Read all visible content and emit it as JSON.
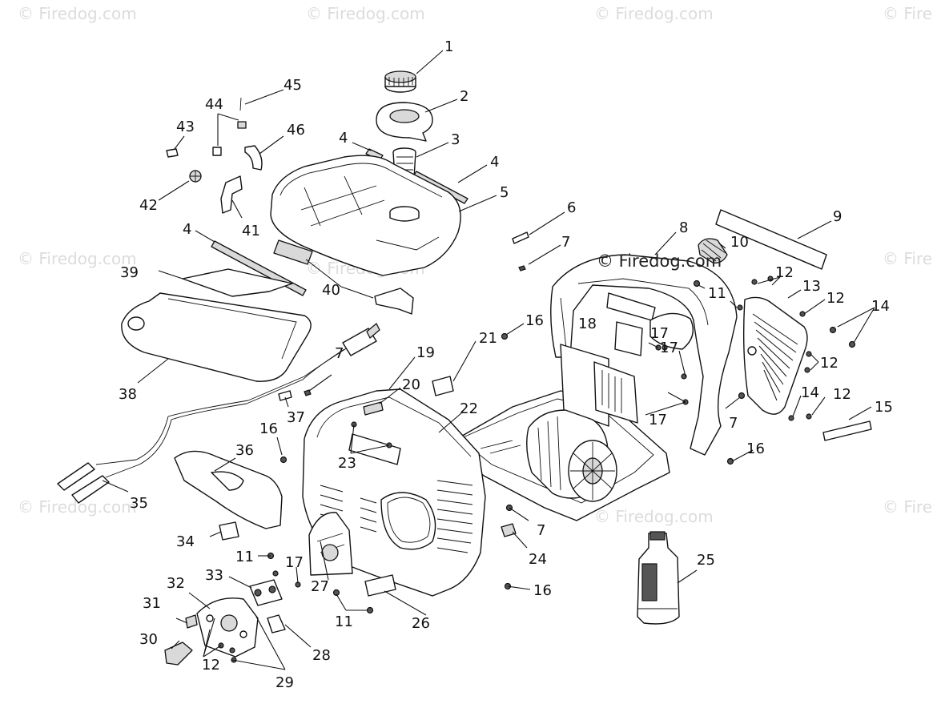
{
  "watermark": {
    "text": "© Firedog.com",
    "tile_text": "© Firedog.com",
    "tile_text_edge": "© Fire"
  },
  "callouts": [
    {
      "label": "1"
    },
    {
      "label": "2"
    },
    {
      "label": "3"
    },
    {
      "label": "4"
    },
    {
      "label": "4"
    },
    {
      "label": "4"
    },
    {
      "label": "5"
    },
    {
      "label": "6"
    },
    {
      "label": "7"
    },
    {
      "label": "7"
    },
    {
      "label": "7"
    },
    {
      "label": "7"
    },
    {
      "label": "8"
    },
    {
      "label": "9"
    },
    {
      "label": "10"
    },
    {
      "label": "11"
    },
    {
      "label": "11"
    },
    {
      "label": "11"
    },
    {
      "label": "12"
    },
    {
      "label": "12"
    },
    {
      "label": "12"
    },
    {
      "label": "12"
    },
    {
      "label": "12"
    },
    {
      "label": "13"
    },
    {
      "label": "14"
    },
    {
      "label": "14"
    },
    {
      "label": "15"
    },
    {
      "label": "16"
    },
    {
      "label": "16"
    },
    {
      "label": "16"
    },
    {
      "label": "16"
    },
    {
      "label": "17"
    },
    {
      "label": "17"
    },
    {
      "label": "17"
    },
    {
      "label": "17"
    },
    {
      "label": "18"
    },
    {
      "label": "19"
    },
    {
      "label": "20"
    },
    {
      "label": "21"
    },
    {
      "label": "22"
    },
    {
      "label": "23"
    },
    {
      "label": "24"
    },
    {
      "label": "25"
    },
    {
      "label": "26"
    },
    {
      "label": "27"
    },
    {
      "label": "28"
    },
    {
      "label": "29"
    },
    {
      "label": "30"
    },
    {
      "label": "31"
    },
    {
      "label": "32"
    },
    {
      "label": "33"
    },
    {
      "label": "34"
    },
    {
      "label": "35"
    },
    {
      "label": "36"
    },
    {
      "label": "37"
    },
    {
      "label": "38"
    },
    {
      "label": "39"
    },
    {
      "label": "40"
    },
    {
      "label": "41"
    },
    {
      "label": "42"
    },
    {
      "label": "43"
    },
    {
      "label": "44"
    },
    {
      "label": "45"
    },
    {
      "label": "46"
    }
  ]
}
